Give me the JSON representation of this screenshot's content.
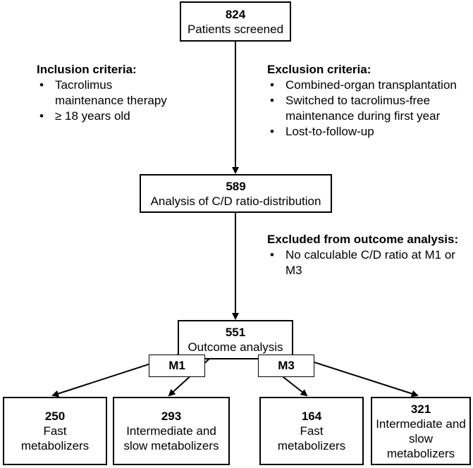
{
  "boxes": {
    "screened": {
      "count": "824",
      "label": "Patients screened"
    },
    "cd_distribution": {
      "count": "589",
      "label": "Analysis of C/D ratio-distribution"
    },
    "outcome": {
      "count": "551",
      "label": "Outcome analysis"
    },
    "m1_fast": {
      "count": "250",
      "label": "Fast metabolizers"
    },
    "m1_intermediate_slow": {
      "count": "293",
      "label": "Intermediate and slow metabolizers"
    },
    "m3_fast": {
      "count": "164",
      "label": "Fast metabolizers"
    },
    "m3_intermediate_slow": {
      "count": "321",
      "label": "Intermediate and slow metabolizers"
    }
  },
  "timepoints": {
    "m1": "M1",
    "m3": "M3"
  },
  "inclusion": {
    "title": "Inclusion criteria:",
    "items": [
      "Tacrolimus maintenance therapy",
      "≥ 18 years old"
    ]
  },
  "exclusion": {
    "title": "Exclusion criteria:",
    "items": [
      "Combined-organ transplantation",
      "Switched to tacrolimus-free maintenance during first year",
      "Lost-to-follow-up"
    ]
  },
  "excluded_outcome": {
    "title": "Excluded from outcome analysis:",
    "items": [
      "No calculable C/D ratio at M1 or M3"
    ]
  }
}
